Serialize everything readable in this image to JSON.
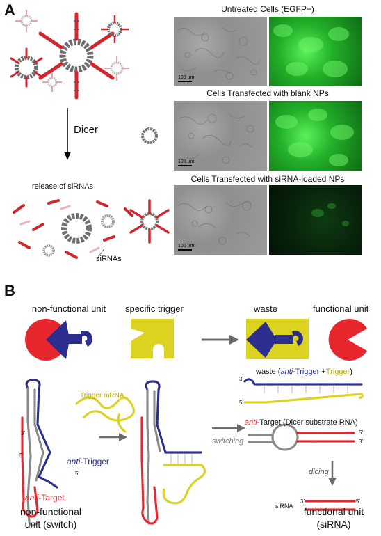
{
  "panel_a": {
    "letter": "A",
    "dicer_label": "Dicer",
    "release_label": "release of siRNAs",
    "sirnas_label": "siRNAs",
    "captions": [
      "Untreated Cells (EGFP+)",
      "Cells Transfected with blank NPs",
      "Cells Transfected with siRNA-loaded NPs"
    ],
    "scalebar": "100 µm"
  },
  "panel_b": {
    "letter": "B",
    "top_labels": {
      "nonfunctional": "non-functional unit",
      "trigger": "specific trigger",
      "waste": "waste",
      "functional": "functional unit"
    },
    "trigger_mrna": "Trigger mRNA",
    "anti_trigger_prefix": "anti",
    "anti_trigger_suffix": "-Trigger",
    "anti_target_prefix": "anti",
    "anti_target_suffix": "-Target",
    "waste_text": {
      "before": "waste (",
      "anti": "anti",
      "mid": "-Trigger +",
      "trigger": "Trigger",
      "after": ")"
    },
    "dicer_substrate": {
      "anti": "anti",
      "rest": "-Target (Dicer substrate RNA)"
    },
    "switching": "switching",
    "dicing": "dicing",
    "sirna": "siRNA",
    "bottom_left": [
      "non-functional",
      "unit (switch)"
    ],
    "bottom_right": [
      "functional unit",
      "(siRNA)"
    ],
    "end_labels": {
      "three": "3'",
      "five": "5'"
    }
  },
  "colors": {
    "red": "#e8262e",
    "blue": "#2b2d8f",
    "yellow": "#dcd220",
    "grey": "#8a8a8a",
    "arrow": "#6b6b6b"
  }
}
